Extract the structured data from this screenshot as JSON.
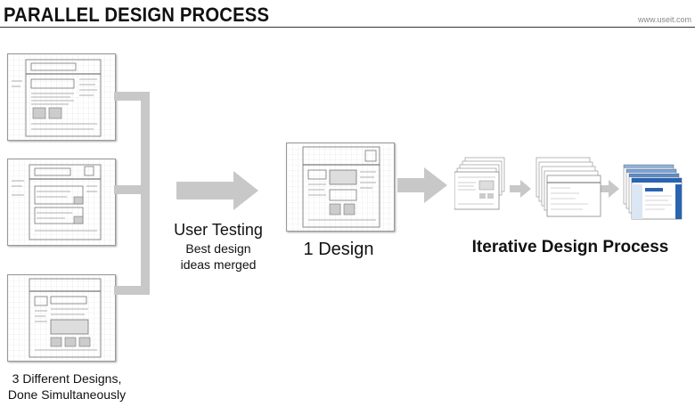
{
  "header": {
    "title": "PARALLEL DESIGN PROCESS",
    "site": "www.useit.com"
  },
  "labels": {
    "three_designs_line1": "3 Different Designs,",
    "three_designs_line2": "Done Simultaneously",
    "user_testing": "User Testing",
    "merged_line1": "Best design",
    "merged_line2": "ideas merged",
    "one_design": "1 Design",
    "iterative": "Iterative Design Process"
  },
  "colors": {
    "arrow": "#c8c8c8",
    "sketch_line": "#8a8a8a",
    "grid": "#e2e2e2",
    "screen_blue": "#2a64b0"
  }
}
